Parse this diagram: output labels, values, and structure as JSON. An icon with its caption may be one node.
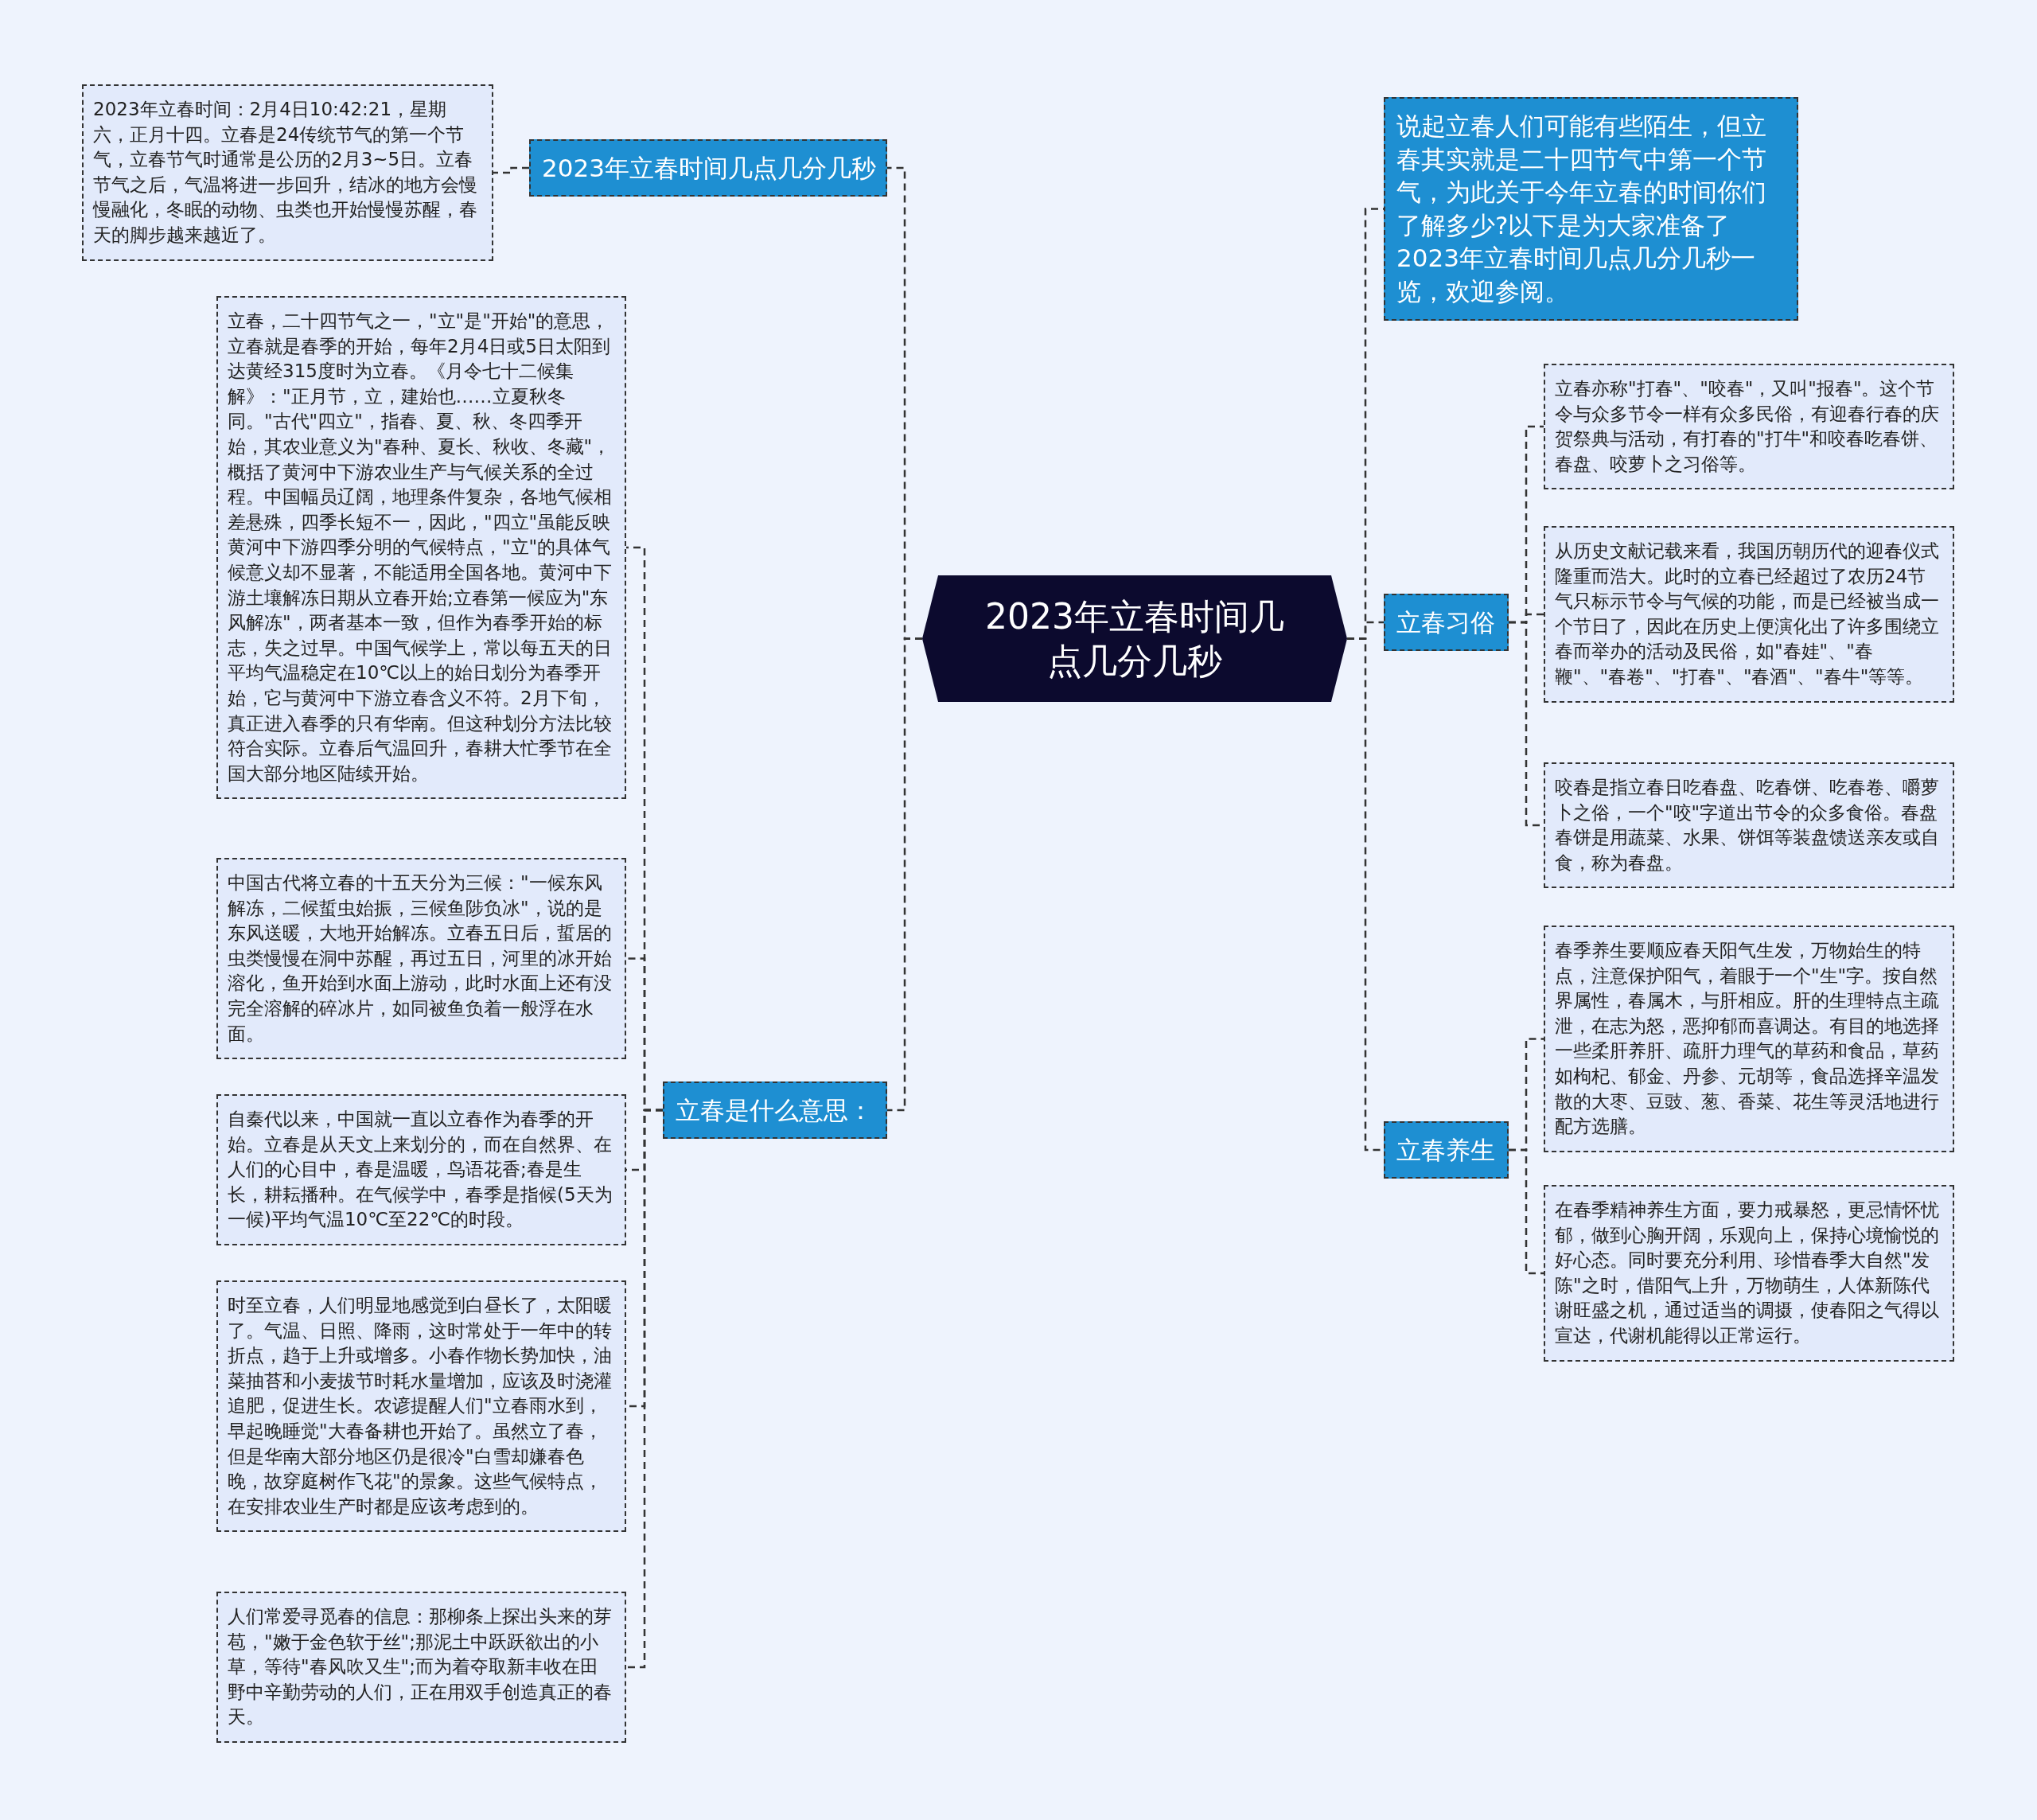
{
  "diagram": {
    "nodes": [
      {
        "text": [
          "2023年立春时间几点几分几秒"
        ]
      },
      {
        "text": [
          "2023年立春时间几点几分几秒"
        ]
      },
      {
        "text": [
          "2023年立春时间：2月4日10:42:21，星期六，正月十四。立春是24传统节气的第一个节气，立春节气时通常是公历的2月3~5日。立春节气之后，气温将进一步回升，结冰的地方会慢慢融化，冬眠的动物、虫类也开始慢慢苏醒，春天的脚步越来越近了。"
        ]
      },
      {
        "text": [
          "立春是什么意思："
        ]
      },
      {
        "text": [
          "立春，二十四节气之一，\"立\"是\"开始\"的意思，立春就是春季的开始，每年2月4日或5日太阳到达黄经315度时为立春。《月令七十二候集解》：\"正月节，立，建始也……立夏秋冬同。\"古代\"四立\"，指春、夏、秋、冬四季开始，其农业意义为\"春种、夏长、秋收、冬藏\"，概括了黄河中下游农业生产与气候关系的全过程。中国幅员辽阔，地理条件复杂，各地气候相差悬殊，四季长短不一，因此，\"四立\"虽能反映黄河中下游四季分明的气候特点，\"立\"的具体气候意义却不显著，不能适用全国各地。黄河中下游土壤解冻日期从立春开始;立春第一候应为\"东风解冻\"，两者基本一致，但作为春季开始的标志，失之过早。中国气候学上，常以每五天的日平均气温稳定在10℃以上的始日划分为春季开始，它与黄河中下游立春含义不符。2月下旬，真正进入春季的只有华南。但这种划分方法比较符合实际。立春后气温回升，春耕大忙季节在全国大部分地区陆续开始。"
        ]
      },
      {
        "text": [
          "中国古代将立春的十五天分为三候：\"一候东风解冻，二候蜇虫始振，三候鱼陟负冰\"，说的是东风送暖，大地开始解冻。立春五日后，蜇居的虫类慢慢在洞中苏醒，再过五日，河里的冰开始溶化，鱼开始到水面上游动，此时水面上还有没完全溶解的碎冰片，如同被鱼负着一般浮在水面。"
        ]
      },
      {
        "text": [
          "自秦代以来，中国就一直以立春作为春季的开始。立春是从天文上来划分的，而在自然界、在人们的心目中，春是温暖，鸟语花香;春是生长，耕耘播种。在气候学中，春季是指候(5天为一候)平均气温10℃至22℃的时段。"
        ]
      },
      {
        "text": [
          "时至立春，人们明显地感觉到白昼长了，太阳暖了。气温、日照、降雨，这时常处于一年中的转折点，趋于上升或增多。小春作物长势加快，油菜抽苔和小麦拔节时耗水量增加，应该及时浇灌追肥，促进生长。农谚提醒人们\"立春雨水到，早起晚睡觉\"大春备耕也开始了。虽然立了春，但是华南大部分地区仍是很冷\"白雪却嫌春色晚，故穿庭树作飞花\"的景象。这些气候特点，在安排农业生产时都是应该考虑到的。"
        ]
      },
      {
        "text": [
          "人们常爱寻觅春的信息：那柳条上探出头来的芽苞，\"嫩于金色软于丝\";那泥土中跃跃欲出的小草，等待\"春风吹又生\";而为着夺取新丰收在田野中辛勤劳动的人们，正在用双手创造真正的春天。"
        ]
      },
      {
        "text": [
          "说起立春人们可能有些陌生，但立春其实就是二十四节气中第一个节气，为此关于今年立春的时间你们了解多少?以下是为大家准备了2023年立春时间几点几分几秒一览，欢迎参阅。"
        ]
      },
      {
        "text": [
          "立春习俗"
        ]
      },
      {
        "text": [
          "立春亦称\"打春\"、\"咬春\"，又叫\"报春\"。这个节令与众多节令一样有众多民俗，有迎春行春的庆贺祭典与活动，有打春的\"打牛\"和咬春吃春饼、春盘、咬萝卜之习俗等。"
        ]
      },
      {
        "text": [
          "从历史文献记载来看，我国历朝历代的迎春仪式隆重而浩大。此时的立春已经超过了农历24节气只标示节令与气候的功能，而是已经被当成一个节日了，因此在历史上便演化出了许多围绕立春而举办的活动及民俗，如\"春娃\"、\"春鞭\"、\"春卷\"、\"打春\"、\"春酒\"、\"春牛\"等等。"
        ]
      },
      {
        "text": [
          "咬春是指立春日吃春盘、吃春饼、吃春卷、嚼萝卜之俗，一个\"咬\"字道出节令的众多食俗。春盘春饼是用蔬菜、水果、饼饵等装盘馈送亲友或自食，称为春盘。"
        ]
      },
      {
        "text": [
          "立春养生"
        ]
      },
      {
        "text": [
          "春季养生要顺应春天阳气生发，万物始生的特点，注意保护阳气，着眼于一个\"生\"字。按自然界属性，春属木，与肝相应。肝的生理特点主疏泄，在志为怒，恶抑郁而喜调达。有目的地选择一些柔肝养肝、疏肝力理气的草药和食品，草药如枸杞、郁金、丹参、元胡等，食品选择辛温发散的大枣、豆豉、葱、香菜、花生等灵活地进行配方选膳。"
        ]
      },
      {
        "text": [
          "在春季精神养生方面，要力戒暴怒，更忌情怀忧郁，做到心胸开阔，乐观向上，保持心境愉悦的好心态。同时要充分利用、珍惜春季大自然\"发陈\"之时，借阳气上升，万物萌生，人体新陈代谢旺盛之机，通过适当的调摄，使春阳之气得以宣达，代谢机能得以正常运行。"
        ]
      }
    ],
    "edges": [
      {
        "from": 0,
        "to": 1,
        "arrow": "none"
      },
      {
        "from": 1,
        "to": 2,
        "arrow": "none"
      },
      {
        "from": 0,
        "to": 3,
        "arrow": "none"
      },
      {
        "from": 3,
        "to": 4,
        "arrow": "none"
      },
      {
        "from": 3,
        "to": 5,
        "arrow": "none"
      },
      {
        "from": 3,
        "to": 6,
        "arrow": "none"
      },
      {
        "from": 3,
        "to": 7,
        "arrow": "none"
      },
      {
        "from": 3,
        "to": 8,
        "arrow": "none"
      },
      {
        "from": 0,
        "to": 9,
        "arrow": "none"
      },
      {
        "from": 0,
        "to": 10,
        "arrow": "none"
      },
      {
        "from": 10,
        "to": 11,
        "arrow": "none"
      },
      {
        "from": 10,
        "to": 12,
        "arrow": "none"
      },
      {
        "from": 10,
        "to": 13,
        "arrow": "none"
      },
      {
        "from": 0,
        "to": 14,
        "arrow": "none"
      },
      {
        "from": 14,
        "to": 15,
        "arrow": "none"
      },
      {
        "from": 14,
        "to": 16,
        "arrow": "none"
      }
    ]
  }
}
